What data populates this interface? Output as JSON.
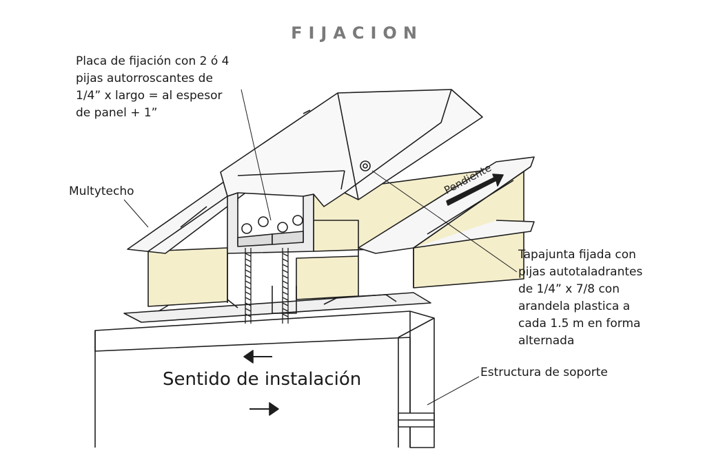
{
  "title": "FIJACION",
  "labels": {
    "multytecho": "Multytecho",
    "placa": [
      "Placa de fijación con 2 ó 4",
      "pijas autorroscantes de",
      "1/4” x largo = al espesor",
      "de panel + 1”"
    ],
    "tapajunta": [
      "Tapajunta fijada con",
      "pijas autotaladrantes",
      "de 1/4” x 7/8 con",
      "arandela plastica a",
      "cada 1.5 m en forma",
      "alternada"
    ],
    "estructura": "Estructura de soporte",
    "sentido": "Sentido de instalación",
    "pendiente": "Pendiente"
  },
  "colors": {
    "core": "#f4eecb",
    "metal": "#f6f6f6",
    "line": "#1e1e1e",
    "title": "#7a7a7a"
  }
}
